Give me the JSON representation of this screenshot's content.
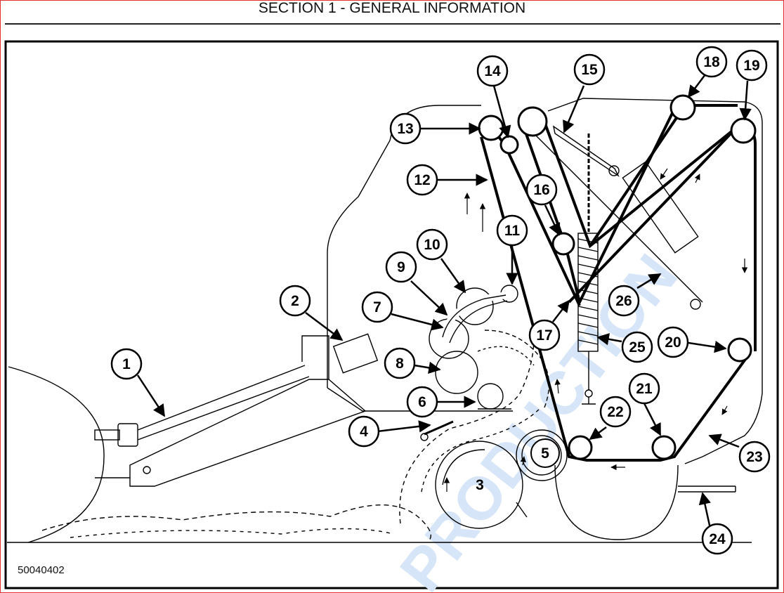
{
  "header": {
    "title": "SECTION 1 - GENERAL INFORMATION"
  },
  "figure": {
    "figure_number": "50040402",
    "watermark": "PRODUCTION",
    "callouts": [
      {
        "label": "1"
      },
      {
        "label": "2"
      },
      {
        "label": "3"
      },
      {
        "label": "4"
      },
      {
        "label": "5"
      },
      {
        "label": "6"
      },
      {
        "label": "7"
      },
      {
        "label": "8"
      },
      {
        "label": "9"
      },
      {
        "label": "10"
      },
      {
        "label": "11"
      },
      {
        "label": "12"
      },
      {
        "label": "13"
      },
      {
        "label": "14"
      },
      {
        "label": "15"
      },
      {
        "label": "16"
      },
      {
        "label": "17"
      },
      {
        "label": "18"
      },
      {
        "label": "19"
      },
      {
        "label": "20"
      },
      {
        "label": "21"
      },
      {
        "label": "22"
      },
      {
        "label": "23"
      },
      {
        "label": "24"
      },
      {
        "label": "25"
      },
      {
        "label": "26"
      }
    ]
  }
}
